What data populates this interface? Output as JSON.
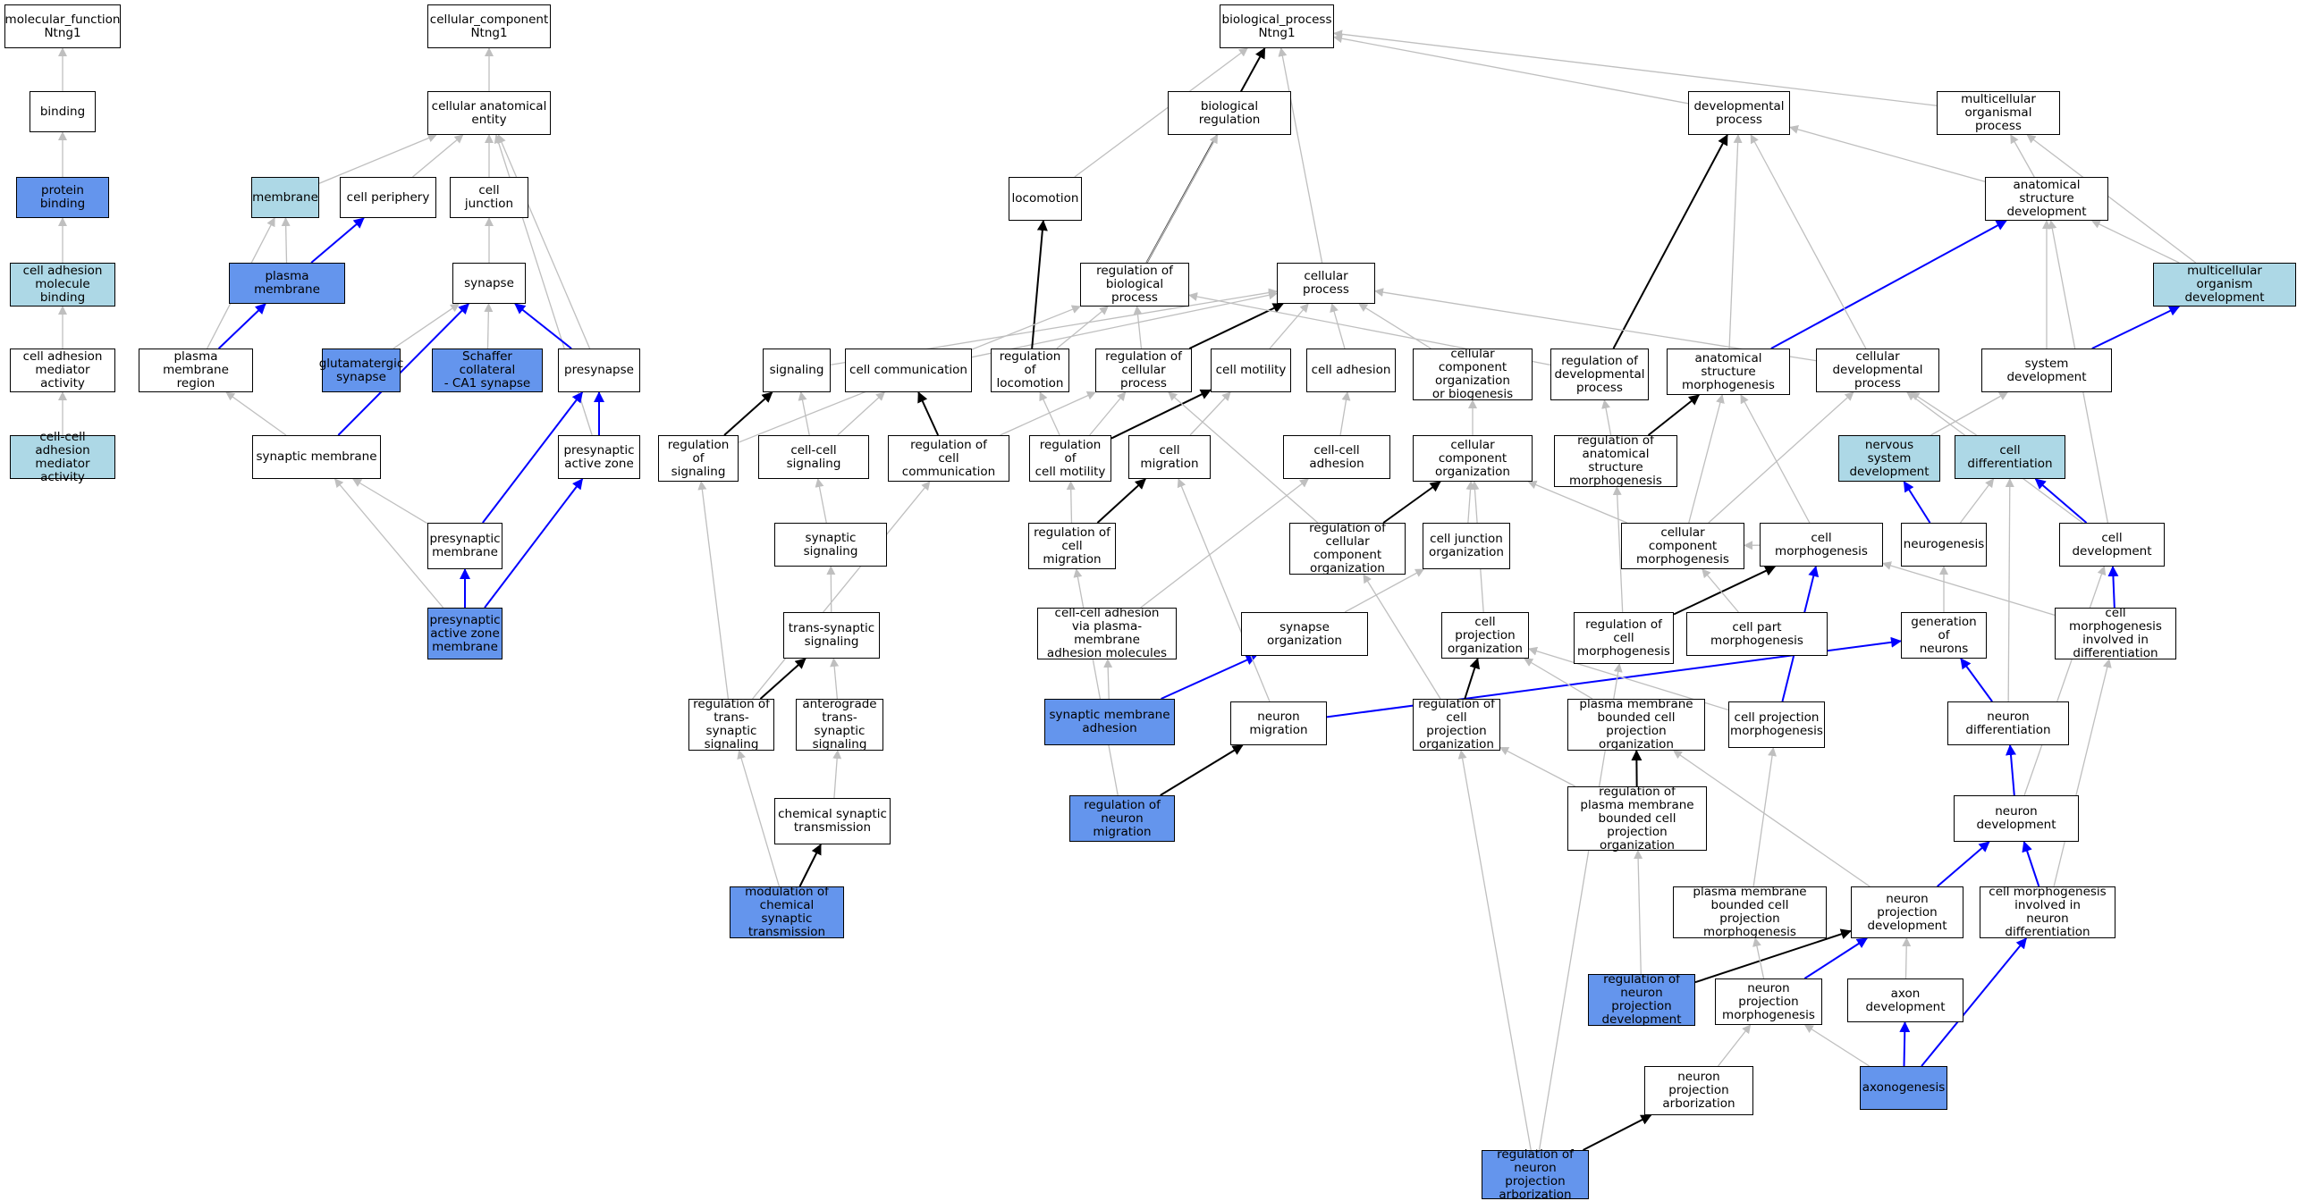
{
  "colors": {
    "edge_gray": "#bfbfbf",
    "edge_black": "#000000",
    "edge_blue": "#0000ff",
    "fill_blue": "#6495ed",
    "fill_light": "#add8e6",
    "fill_white": "#ffffff"
  },
  "nodes": [
    {
      "id": "mf",
      "label": "molecular_function\nNtng1",
      "fill": "white"
    },
    {
      "id": "binding",
      "label": "binding",
      "fill": "white"
    },
    {
      "id": "protbind",
      "label": "protein binding",
      "fill": "blue"
    },
    {
      "id": "camb",
      "label": "cell adhesion\nmolecule binding",
      "fill": "light"
    },
    {
      "id": "cama",
      "label": "cell adhesion\nmediator activity",
      "fill": "white"
    },
    {
      "id": "ccama",
      "label": "cell-cell adhesion\nmediator activity",
      "fill": "light"
    },
    {
      "id": "cc",
      "label": "cellular_component\nNtng1",
      "fill": "white"
    },
    {
      "id": "cae",
      "label": "cellular anatomical\nentity",
      "fill": "white"
    },
    {
      "id": "membrane",
      "label": "membrane",
      "fill": "light"
    },
    {
      "id": "cellper",
      "label": "cell periphery",
      "fill": "white"
    },
    {
      "id": "celljunc",
      "label": "cell junction",
      "fill": "white"
    },
    {
      "id": "plasmem",
      "label": "plasma membrane",
      "fill": "blue"
    },
    {
      "id": "synapse",
      "label": "synapse",
      "fill": "white"
    },
    {
      "id": "pmr",
      "label": "plasma membrane\nregion",
      "fill": "white"
    },
    {
      "id": "glut",
      "label": "glutamatergic\nsynapse",
      "fill": "blue"
    },
    {
      "id": "schaffer",
      "label": "Schaffer collateral\n- CA1 synapse",
      "fill": "blue"
    },
    {
      "id": "presyn",
      "label": "presynapse",
      "fill": "white"
    },
    {
      "id": "synmem",
      "label": "synaptic membrane",
      "fill": "white"
    },
    {
      "id": "paz",
      "label": "presynaptic\nactive zone",
      "fill": "white"
    },
    {
      "id": "presynmem",
      "label": "presynaptic\nmembrane",
      "fill": "white"
    },
    {
      "id": "pazm",
      "label": "presynaptic\nactive zone\nmembrane",
      "fill": "blue"
    },
    {
      "id": "bp",
      "label": "biological_process\nNtng1",
      "fill": "white"
    },
    {
      "id": "bioreg",
      "label": "biological regulation",
      "fill": "white"
    },
    {
      "id": "devproc",
      "label": "developmental\nprocess",
      "fill": "white"
    },
    {
      "id": "multiproc",
      "label": "multicellular\norganismal process",
      "fill": "white"
    },
    {
      "id": "locomotion",
      "label": "locomotion",
      "fill": "white"
    },
    {
      "id": "asd",
      "label": "anatomical structure\ndevelopment",
      "fill": "white"
    },
    {
      "id": "rbp",
      "label": "regulation of\nbiological process",
      "fill": "white"
    },
    {
      "id": "cellproc",
      "label": "cellular process",
      "fill": "white"
    },
    {
      "id": "mod",
      "label": "multicellular\norganism development",
      "fill": "light"
    },
    {
      "id": "signaling",
      "label": "signaling",
      "fill": "white"
    },
    {
      "id": "cellcomm",
      "label": "cell communication",
      "fill": "white"
    },
    {
      "id": "regloco",
      "label": "regulation of\nlocomotion",
      "fill": "white"
    },
    {
      "id": "regcp",
      "label": "regulation of\ncellular process",
      "fill": "white"
    },
    {
      "id": "cellmot",
      "label": "cell motility",
      "fill": "white"
    },
    {
      "id": "celladh",
      "label": "cell adhesion",
      "fill": "white"
    },
    {
      "id": "ccob",
      "label": "cellular component\norganization\nor biogenesis",
      "fill": "white"
    },
    {
      "id": "regdev",
      "label": "regulation of\ndevelopmental\nprocess",
      "fill": "white"
    },
    {
      "id": "asm",
      "label": "anatomical structure\nmorphogenesis",
      "fill": "white"
    },
    {
      "id": "celldevproc",
      "label": "cellular developmental\nprocess",
      "fill": "white"
    },
    {
      "id": "sysdev",
      "label": "system development",
      "fill": "white"
    },
    {
      "id": "regsig",
      "label": "regulation of\nsignaling",
      "fill": "white"
    },
    {
      "id": "ccsig",
      "label": "cell-cell signaling",
      "fill": "white"
    },
    {
      "id": "regcc",
      "label": "regulation of\ncell communication",
      "fill": "white"
    },
    {
      "id": "regcm",
      "label": "regulation of\ncell motility",
      "fill": "white"
    },
    {
      "id": "cellmig",
      "label": "cell migration",
      "fill": "white"
    },
    {
      "id": "ccadh",
      "label": "cell-cell adhesion",
      "fill": "white"
    },
    {
      "id": "cco",
      "label": "cellular component\norganization",
      "fill": "white"
    },
    {
      "id": "regasm",
      "label": "regulation of\nanatomical structure\nmorphogenesis",
      "fill": "white"
    },
    {
      "id": "nsd",
      "label": "nervous system\ndevelopment",
      "fill": "light"
    },
    {
      "id": "celldiff",
      "label": "cell differentiation",
      "fill": "light"
    },
    {
      "id": "synsig",
      "label": "synaptic signaling",
      "fill": "white"
    },
    {
      "id": "regcmig",
      "label": "regulation of\ncell migration",
      "fill": "white"
    },
    {
      "id": "regcco",
      "label": "regulation of\ncellular component\norganization",
      "fill": "white"
    },
    {
      "id": "cjo",
      "label": "cell junction\norganization",
      "fill": "white"
    },
    {
      "id": "ccm",
      "label": "cellular component\nmorphogenesis",
      "fill": "white"
    },
    {
      "id": "cellmorph",
      "label": "cell morphogenesis",
      "fill": "white"
    },
    {
      "id": "neurogen",
      "label": "neurogenesis",
      "fill": "white"
    },
    {
      "id": "celldev",
      "label": "cell development",
      "fill": "white"
    },
    {
      "id": "tss",
      "label": "trans-synaptic\nsignaling",
      "fill": "white"
    },
    {
      "id": "ccapm",
      "label": "cell-cell adhesion\nvia plasma-membrane\nadhesion molecules",
      "fill": "white"
    },
    {
      "id": "synorg",
      "label": "synapse organization",
      "fill": "white"
    },
    {
      "id": "cpo",
      "label": "cell projection\norganization",
      "fill": "white"
    },
    {
      "id": "regcmorph",
      "label": "regulation of\ncell morphogenesis",
      "fill": "white"
    },
    {
      "id": "cpm",
      "label": "cell part morphogenesis",
      "fill": "white"
    },
    {
      "id": "genneur",
      "label": "generation of\nneurons",
      "fill": "white"
    },
    {
      "id": "cmid",
      "label": "cell morphogenesis\ninvolved in\ndifferentiation",
      "fill": "white"
    },
    {
      "id": "regtss",
      "label": "regulation of\ntrans-synaptic\nsignaling",
      "fill": "white"
    },
    {
      "id": "ats",
      "label": "anterograde\ntrans-synaptic\nsignaling",
      "fill": "white"
    },
    {
      "id": "sma",
      "label": "synaptic membrane\nadhesion",
      "fill": "blue"
    },
    {
      "id": "neurmig",
      "label": "neuron migration",
      "fill": "white"
    },
    {
      "id": "regcpo",
      "label": "regulation of\ncell projection\norganization",
      "fill": "white"
    },
    {
      "id": "pmbcpo",
      "label": "plasma membrane\nbounded cell\nprojection organization",
      "fill": "white"
    },
    {
      "id": "cpmorph",
      "label": "cell projection\nmorphogenesis",
      "fill": "white"
    },
    {
      "id": "neurdiff",
      "label": "neuron differentiation",
      "fill": "white"
    },
    {
      "id": "cst",
      "label": "chemical synaptic\ntransmission",
      "fill": "white"
    },
    {
      "id": "regnm",
      "label": "regulation of\nneuron migration",
      "fill": "blue"
    },
    {
      "id": "regpmbcpo",
      "label": "regulation of\nplasma membrane\nbounded cell\nprojection organization",
      "fill": "white"
    },
    {
      "id": "neurdev",
      "label": "neuron development",
      "fill": "white"
    },
    {
      "id": "modcst",
      "label": "modulation of\nchemical synaptic\ntransmission",
      "fill": "blue"
    },
    {
      "id": "pmbcpm",
      "label": "plasma membrane\nbounded cell\nprojection morphogenesis",
      "fill": "white"
    },
    {
      "id": "npd",
      "label": "neuron projection\ndevelopment",
      "fill": "white"
    },
    {
      "id": "cmind",
      "label": "cell morphogenesis\ninvolved in\nneuron differentiation",
      "fill": "white"
    },
    {
      "id": "regnpd",
      "label": "regulation of\nneuron projection\ndevelopment",
      "fill": "blue"
    },
    {
      "id": "npm",
      "label": "neuron projection\nmorphogenesis",
      "fill": "white"
    },
    {
      "id": "axondev",
      "label": "axon development",
      "fill": "white"
    },
    {
      "id": "npa",
      "label": "neuron projection\narborization",
      "fill": "white"
    },
    {
      "id": "axonogen",
      "label": "axonogenesis",
      "fill": "blue"
    },
    {
      "id": "regnpa",
      "label": "regulation of\nneuron projection\narborization",
      "fill": "blue"
    }
  ],
  "edges": [
    [
      "binding",
      "mf",
      "gray"
    ],
    [
      "protbind",
      "binding",
      "gray"
    ],
    [
      "camb",
      "protbind",
      "gray"
    ],
    [
      "cama",
      "camb",
      "gray"
    ],
    [
      "ccama",
      "cama",
      "gray"
    ],
    [
      "cae",
      "cc",
      "gray"
    ],
    [
      "membrane",
      "cae",
      "gray"
    ],
    [
      "cellper",
      "cae",
      "gray"
    ],
    [
      "celljunc",
      "cae",
      "gray"
    ],
    [
      "presyn",
      "cae",
      "gray"
    ],
    [
      "paz",
      "cae",
      "gray"
    ],
    [
      "plasmem",
      "membrane",
      "gray"
    ],
    [
      "plasmem",
      "cellper",
      "blue"
    ],
    [
      "synapse",
      "celljunc",
      "gray"
    ],
    [
      "pmr",
      "membrane",
      "gray"
    ],
    [
      "pmr",
      "plasmem",
      "blue"
    ],
    [
      "glut",
      "synapse",
      "gray"
    ],
    [
      "schaffer",
      "synapse",
      "gray"
    ],
    [
      "presyn",
      "synapse",
      "blue"
    ],
    [
      "synmem",
      "synapse",
      "blue"
    ],
    [
      "synmem",
      "pmr",
      "gray"
    ],
    [
      "paz",
      "presyn",
      "blue"
    ],
    [
      "presynmem",
      "presyn",
      "blue"
    ],
    [
      "presynmem",
      "synmem",
      "gray"
    ],
    [
      "pazm",
      "presynmem",
      "blue"
    ],
    [
      "pazm",
      "paz",
      "blue"
    ],
    [
      "pazm",
      "synmem",
      "gray"
    ],
    [
      "bioreg",
      "bp",
      "gray"
    ],
    [
      "devproc",
      "bp",
      "gray"
    ],
    [
      "multiproc",
      "bp",
      "gray"
    ],
    [
      "locomotion",
      "bp",
      "gray"
    ],
    [
      "cellproc",
      "bp",
      "gray"
    ],
    [
      "rbp",
      "bp",
      "black"
    ],
    [
      "rbp",
      "bioreg",
      "gray"
    ],
    [
      "asd",
      "devproc",
      "gray"
    ],
    [
      "asd",
      "multiproc",
      "gray"
    ],
    [
      "mod",
      "asd",
      "gray"
    ],
    [
      "mod",
      "multiproc",
      "gray"
    ],
    [
      "sysdev",
      "asd",
      "gray"
    ],
    [
      "sysdev",
      "mod",
      "blue"
    ],
    [
      "signaling",
      "cellproc",
      "gray"
    ],
    [
      "cellcomm",
      "cellproc",
      "gray"
    ],
    [
      "regloco",
      "rbp",
      "gray"
    ],
    [
      "regloco",
      "locomotion",
      "black"
    ],
    [
      "regcp",
      "rbp",
      "gray"
    ],
    [
      "regcp",
      "cellproc",
      "black"
    ],
    [
      "cellmot",
      "cellproc",
      "gray"
    ],
    [
      "celladh",
      "cellproc",
      "gray"
    ],
    [
      "ccob",
      "cellproc",
      "gray"
    ],
    [
      "regdev",
      "rbp",
      "gray"
    ],
    [
      "regdev",
      "devproc",
      "black"
    ],
    [
      "asm",
      "devproc",
      "gray"
    ],
    [
      "asm",
      "asd",
      "blue"
    ],
    [
      "celldevproc",
      "devproc",
      "gray"
    ],
    [
      "celldevproc",
      "cellproc",
      "gray"
    ],
    [
      "regsig",
      "rbp",
      "gray"
    ],
    [
      "regsig",
      "signaling",
      "black"
    ],
    [
      "ccsig",
      "signaling",
      "gray"
    ],
    [
      "ccsig",
      "cellcomm",
      "gray"
    ],
    [
      "regcc",
      "cellcomm",
      "black"
    ],
    [
      "regcc",
      "regcp",
      "gray"
    ],
    [
      "regcm",
      "regloco",
      "gray"
    ],
    [
      "regcm",
      "regcp",
      "gray"
    ],
    [
      "regcm",
      "cellmot",
      "black"
    ],
    [
      "cellmig",
      "cellmot",
      "gray"
    ],
    [
      "ccadh",
      "celladh",
      "gray"
    ],
    [
      "cco",
      "ccob",
      "gray"
    ],
    [
      "regasm",
      "regdev",
      "gray"
    ],
    [
      "regasm",
      "asm",
      "black"
    ],
    [
      "nsd",
      "sysdev",
      "gray"
    ],
    [
      "celldiff",
      "celldevproc",
      "gray"
    ],
    [
      "synsig",
      "ccsig",
      "gray"
    ],
    [
      "regcmig",
      "regcm",
      "gray"
    ],
    [
      "regcmig",
      "cellmig",
      "black"
    ],
    [
      "regcco",
      "regcp",
      "gray"
    ],
    [
      "regcco",
      "cco",
      "black"
    ],
    [
      "cjo",
      "cco",
      "gray"
    ],
    [
      "ccm",
      "cco",
      "gray"
    ],
    [
      "ccm",
      "asm",
      "gray"
    ],
    [
      "ccm",
      "celldevproc",
      "gray"
    ],
    [
      "cellmorph",
      "asm",
      "gray"
    ],
    [
      "cellmorph",
      "ccm",
      "gray"
    ],
    [
      "neurogen",
      "nsd",
      "blue"
    ],
    [
      "neurogen",
      "celldiff",
      "gray"
    ],
    [
      "celldev",
      "celldiff",
      "blue"
    ],
    [
      "celldev",
      "celldevproc",
      "gray"
    ],
    [
      "celldev",
      "asd",
      "gray"
    ],
    [
      "tss",
      "synsig",
      "gray"
    ],
    [
      "ccapm",
      "ccadh",
      "gray"
    ],
    [
      "synorg",
      "cjo",
      "gray"
    ],
    [
      "cpo",
      "cco",
      "gray"
    ],
    [
      "regcmorph",
      "cellmorph",
      "black"
    ],
    [
      "regcmorph",
      "regasm",
      "gray"
    ],
    [
      "cpm",
      "ccm",
      "gray"
    ],
    [
      "genneur",
      "neurogen",
      "gray"
    ],
    [
      "cmid",
      "cellmorph",
      "gray"
    ],
    [
      "cmid",
      "celldev",
      "blue"
    ],
    [
      "regtss",
      "regsig",
      "gray"
    ],
    [
      "regtss",
      "tss",
      "black"
    ],
    [
      "regtss",
      "regcc",
      "gray"
    ],
    [
      "ats",
      "tss",
      "gray"
    ],
    [
      "sma",
      "ccapm",
      "gray"
    ],
    [
      "sma",
      "synorg",
      "blue"
    ],
    [
      "neurmig",
      "cellmig",
      "gray"
    ],
    [
      "neurmig",
      "genneur",
      "blue"
    ],
    [
      "regcpo",
      "cpo",
      "black"
    ],
    [
      "regcpo",
      "regcco",
      "gray"
    ],
    [
      "pmbcpo",
      "cpo",
      "gray"
    ],
    [
      "cpmorph",
      "cpo",
      "gray"
    ],
    [
      "cpmorph",
      "cellmorph",
      "blue"
    ],
    [
      "neurdiff",
      "genneur",
      "blue"
    ],
    [
      "neurdiff",
      "celldiff",
      "gray"
    ],
    [
      "cst",
      "ats",
      "gray"
    ],
    [
      "regnm",
      "neurmig",
      "black"
    ],
    [
      "regnm",
      "regcmig",
      "gray"
    ],
    [
      "regpmbcpo",
      "pmbcpo",
      "black"
    ],
    [
      "regpmbcpo",
      "regcpo",
      "gray"
    ],
    [
      "neurdev",
      "neurdiff",
      "blue"
    ],
    [
      "neurdev",
      "celldev",
      "gray"
    ],
    [
      "modcst",
      "cst",
      "black"
    ],
    [
      "modcst",
      "regtss",
      "gray"
    ],
    [
      "pmbcpm",
      "cpmorph",
      "gray"
    ],
    [
      "npd",
      "neurdev",
      "blue"
    ],
    [
      "npd",
      "pmbcpo",
      "gray"
    ],
    [
      "cmind",
      "neurdev",
      "blue"
    ],
    [
      "cmind",
      "cmid",
      "gray"
    ],
    [
      "regnpd",
      "npd",
      "black"
    ],
    [
      "regnpd",
      "regpmbcpo",
      "gray"
    ],
    [
      "npm",
      "npd",
      "blue"
    ],
    [
      "npm",
      "pmbcpm",
      "gray"
    ],
    [
      "axondev",
      "npd",
      "gray"
    ],
    [
      "npa",
      "npm",
      "gray"
    ],
    [
      "axonogen",
      "axondev",
      "blue"
    ],
    [
      "axonogen",
      "cmind",
      "blue"
    ],
    [
      "axonogen",
      "npm",
      "gray"
    ],
    [
      "regnpa",
      "npa",
      "black"
    ],
    [
      "regnpa",
      "regcpo",
      "gray"
    ],
    [
      "regnpa",
      "regcmorph",
      "gray"
    ]
  ]
}
